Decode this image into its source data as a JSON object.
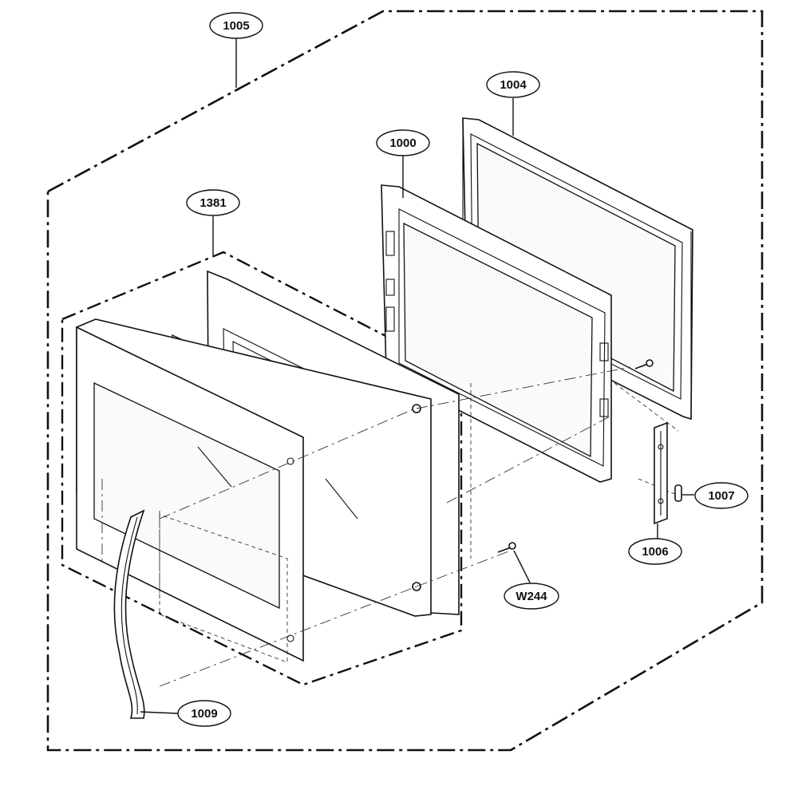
{
  "callouts": [
    {
      "id": "1005",
      "label": "1005"
    },
    {
      "id": "1004",
      "label": "1004"
    },
    {
      "id": "1000",
      "label": "1000"
    },
    {
      "id": "1381",
      "label": "1381"
    },
    {
      "id": "1007",
      "label": "1007"
    },
    {
      "id": "1006",
      "label": "1006"
    },
    {
      "id": "W244",
      "label": "W244"
    },
    {
      "id": "1009",
      "label": "1009"
    }
  ],
  "colors": {
    "line": "#111111",
    "background": "#ffffff"
  }
}
